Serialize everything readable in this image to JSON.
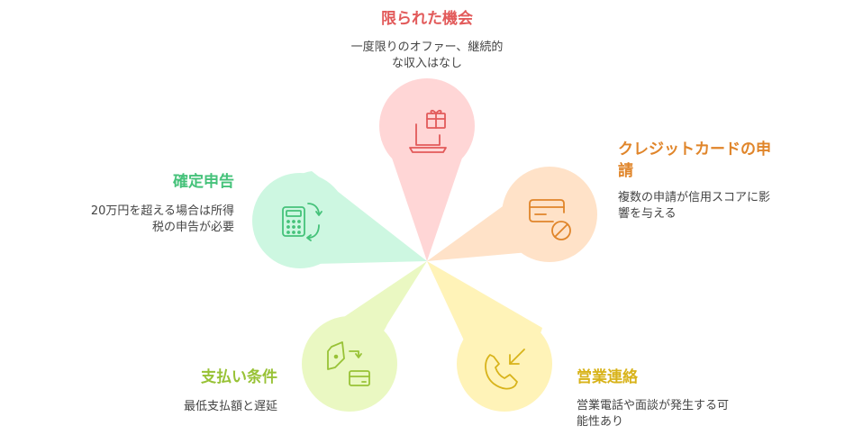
{
  "items": [
    {
      "title": "限られた機会",
      "desc": [
        "一度限りのオファー、継続的",
        "な収入はなし"
      ],
      "icon": "gift-laptop-icon",
      "color": "#e25a5a"
    },
    {
      "title": [
        "クレジットカードの申",
        "請"
      ],
      "desc": [
        "複数の申請が信用スコアに影",
        "響を与える"
      ],
      "icon": "credit-card-blocked-icon",
      "color": "#e0852a"
    },
    {
      "title": "営業連絡",
      "desc": [
        "営業電話や面談が発生する可",
        "能性あり"
      ],
      "icon": "incoming-call-icon",
      "color": "#d8b31a"
    },
    {
      "title": "支払い条件",
      "desc": [
        "最低支払額と遅延"
      ],
      "icon": "wallet-card-icon",
      "color": "#98c236"
    },
    {
      "title": "確定申告",
      "desc": [
        "20万円を超える場合は所得",
        "税の申告が必要"
      ],
      "icon": "calculator-refresh-icon",
      "color": "#45c27a"
    }
  ]
}
